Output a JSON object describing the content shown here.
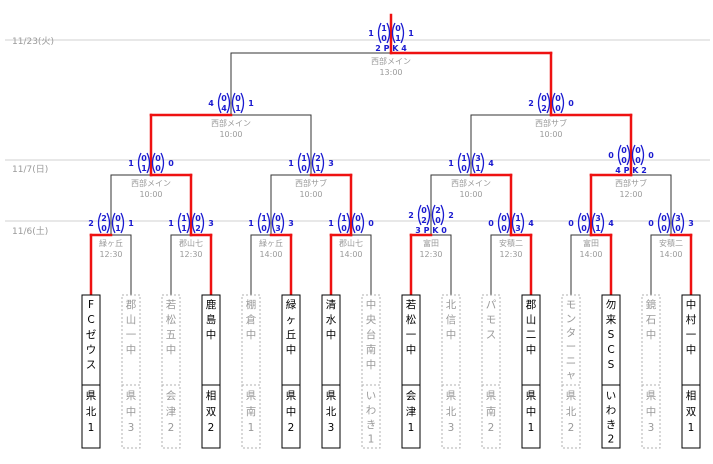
{
  "dates": [
    "11/23(火)",
    "11/7(日)",
    "11/6(土)"
  ],
  "teams": [
    {
      "name": "FCゼウス",
      "region": "県北1",
      "won": true
    },
    {
      "name": "郡山一中",
      "region": "県中3",
      "won": false
    },
    {
      "name": "若松五中",
      "region": "会津2",
      "won": false
    },
    {
      "name": "鹿島中",
      "region": "相双2",
      "won": true
    },
    {
      "name": "棚倉中",
      "region": "県南1",
      "won": false
    },
    {
      "name": "緑ヶ丘中",
      "region": "県中2",
      "won": true
    },
    {
      "name": "清水中",
      "region": "県北3",
      "won": true
    },
    {
      "name": "中央台南中",
      "region": "いわき1",
      "won": false
    },
    {
      "name": "若松一中",
      "region": "会津1",
      "won": true
    },
    {
      "name": "北信中",
      "region": "県北3",
      "won": false
    },
    {
      "name": "パモス",
      "region": "県南2",
      "won": false
    },
    {
      "name": "郡山二中",
      "region": "県中1",
      "won": true
    },
    {
      "name": "モンターニャ",
      "region": "県北2",
      "won": false
    },
    {
      "name": "勿来SCS",
      "region": "いわき2",
      "won": true
    },
    {
      "name": "鏡石中",
      "region": "県中3",
      "won": false
    },
    {
      "name": "中村一中",
      "region": "相双1",
      "won": true
    }
  ],
  "rounds": [
    [
      {
        "venue": "緑ヶ丘",
        "time": "12:30",
        "left_total": "2",
        "left_halves": [
          "2",
          "0"
        ],
        "right_halves": [
          "0",
          "1"
        ],
        "right_total": "1"
      },
      {
        "venue": "郡山七",
        "time": "12:30",
        "left_total": "1",
        "left_halves": [
          "1",
          "1"
        ],
        "right_halves": [
          "0",
          "2"
        ],
        "right_total": "3"
      },
      {
        "venue": "緑ヶ丘",
        "time": "14:00",
        "left_total": "1",
        "left_halves": [
          "1",
          "0"
        ],
        "right_halves": [
          "0",
          "3"
        ],
        "right_total": "3"
      },
      {
        "venue": "郡山七",
        "time": "14:00",
        "left_total": "1",
        "left_halves": [
          "1",
          "0"
        ],
        "right_halves": [
          "0",
          "0"
        ],
        "right_total": "0"
      },
      {
        "venue": "富田",
        "time": "12:30",
        "left_total": "2",
        "left_halves": [
          "0",
          "2"
        ],
        "right_halves": [
          "2",
          "0"
        ],
        "right_total": "2",
        "pk": "3 P K 0"
      },
      {
        "venue": "安積二",
        "time": "12:30",
        "left_total": "0",
        "left_halves": [
          "0",
          "0"
        ],
        "right_halves": [
          "1",
          "3"
        ],
        "right_total": "4"
      },
      {
        "venue": "富田",
        "time": "14:00",
        "left_total": "0",
        "left_halves": [
          "0",
          "0"
        ],
        "right_halves": [
          "3",
          "1"
        ],
        "right_total": "4"
      },
      {
        "venue": "安積二",
        "time": "14:00",
        "left_total": "0",
        "left_halves": [
          "0",
          "0"
        ],
        "right_halves": [
          "3",
          "0"
        ],
        "right_total": "3"
      }
    ],
    [
      {
        "venue": "西部メイン",
        "time": "10:00",
        "left_total": "1",
        "left_halves": [
          "0",
          "1"
        ],
        "right_halves": [
          "0",
          "0"
        ],
        "right_total": "0"
      },
      {
        "venue": "西部サブ",
        "time": "10:00",
        "left_total": "1",
        "left_halves": [
          "1",
          "0"
        ],
        "right_halves": [
          "2",
          "1"
        ],
        "right_total": "3"
      },
      {
        "venue": "西部メイン",
        "time": "10:00",
        "left_total": "1",
        "left_halves": [
          "1",
          "0"
        ],
        "right_halves": [
          "3",
          "1"
        ],
        "right_total": "4"
      },
      {
        "venue": "西部サブ",
        "time": "12:00",
        "left_total": "0",
        "left_halves": [
          "0",
          "0"
        ],
        "right_halves": [
          "0",
          "0"
        ],
        "right_total": "0",
        "pk": "4 P K 2"
      }
    ],
    [
      {
        "venue": "西部メイン",
        "time": "10:00",
        "left_total": "4",
        "left_halves": [
          "0",
          "4"
        ],
        "right_halves": [
          "0",
          "1"
        ],
        "right_total": "1"
      },
      {
        "venue": "西部サブ",
        "time": "10:00",
        "left_total": "2",
        "left_halves": [
          "0",
          "2"
        ],
        "right_halves": [
          "0",
          "0"
        ],
        "right_total": "0"
      }
    ],
    [
      {
        "venue": "西部メイン",
        "time": "13:00",
        "left_total": "1",
        "left_halves": [
          "1",
          "0"
        ],
        "right_halves": [
          "0",
          "1"
        ],
        "right_total": "1",
        "pk": "2 P K 4"
      }
    ]
  ],
  "winners": [
    [
      0,
      1,
      1,
      0,
      0,
      1,
      1,
      1
    ],
    [
      1,
      1,
      1,
      0
    ],
    [
      0,
      1
    ],
    [
      1
    ]
  ],
  "colors": {
    "win_line": "#ee1111",
    "lose_line": "#333333",
    "score": "#1a1ad0",
    "lost_text": "#9a9a9a",
    "won_text": "#000000"
  }
}
